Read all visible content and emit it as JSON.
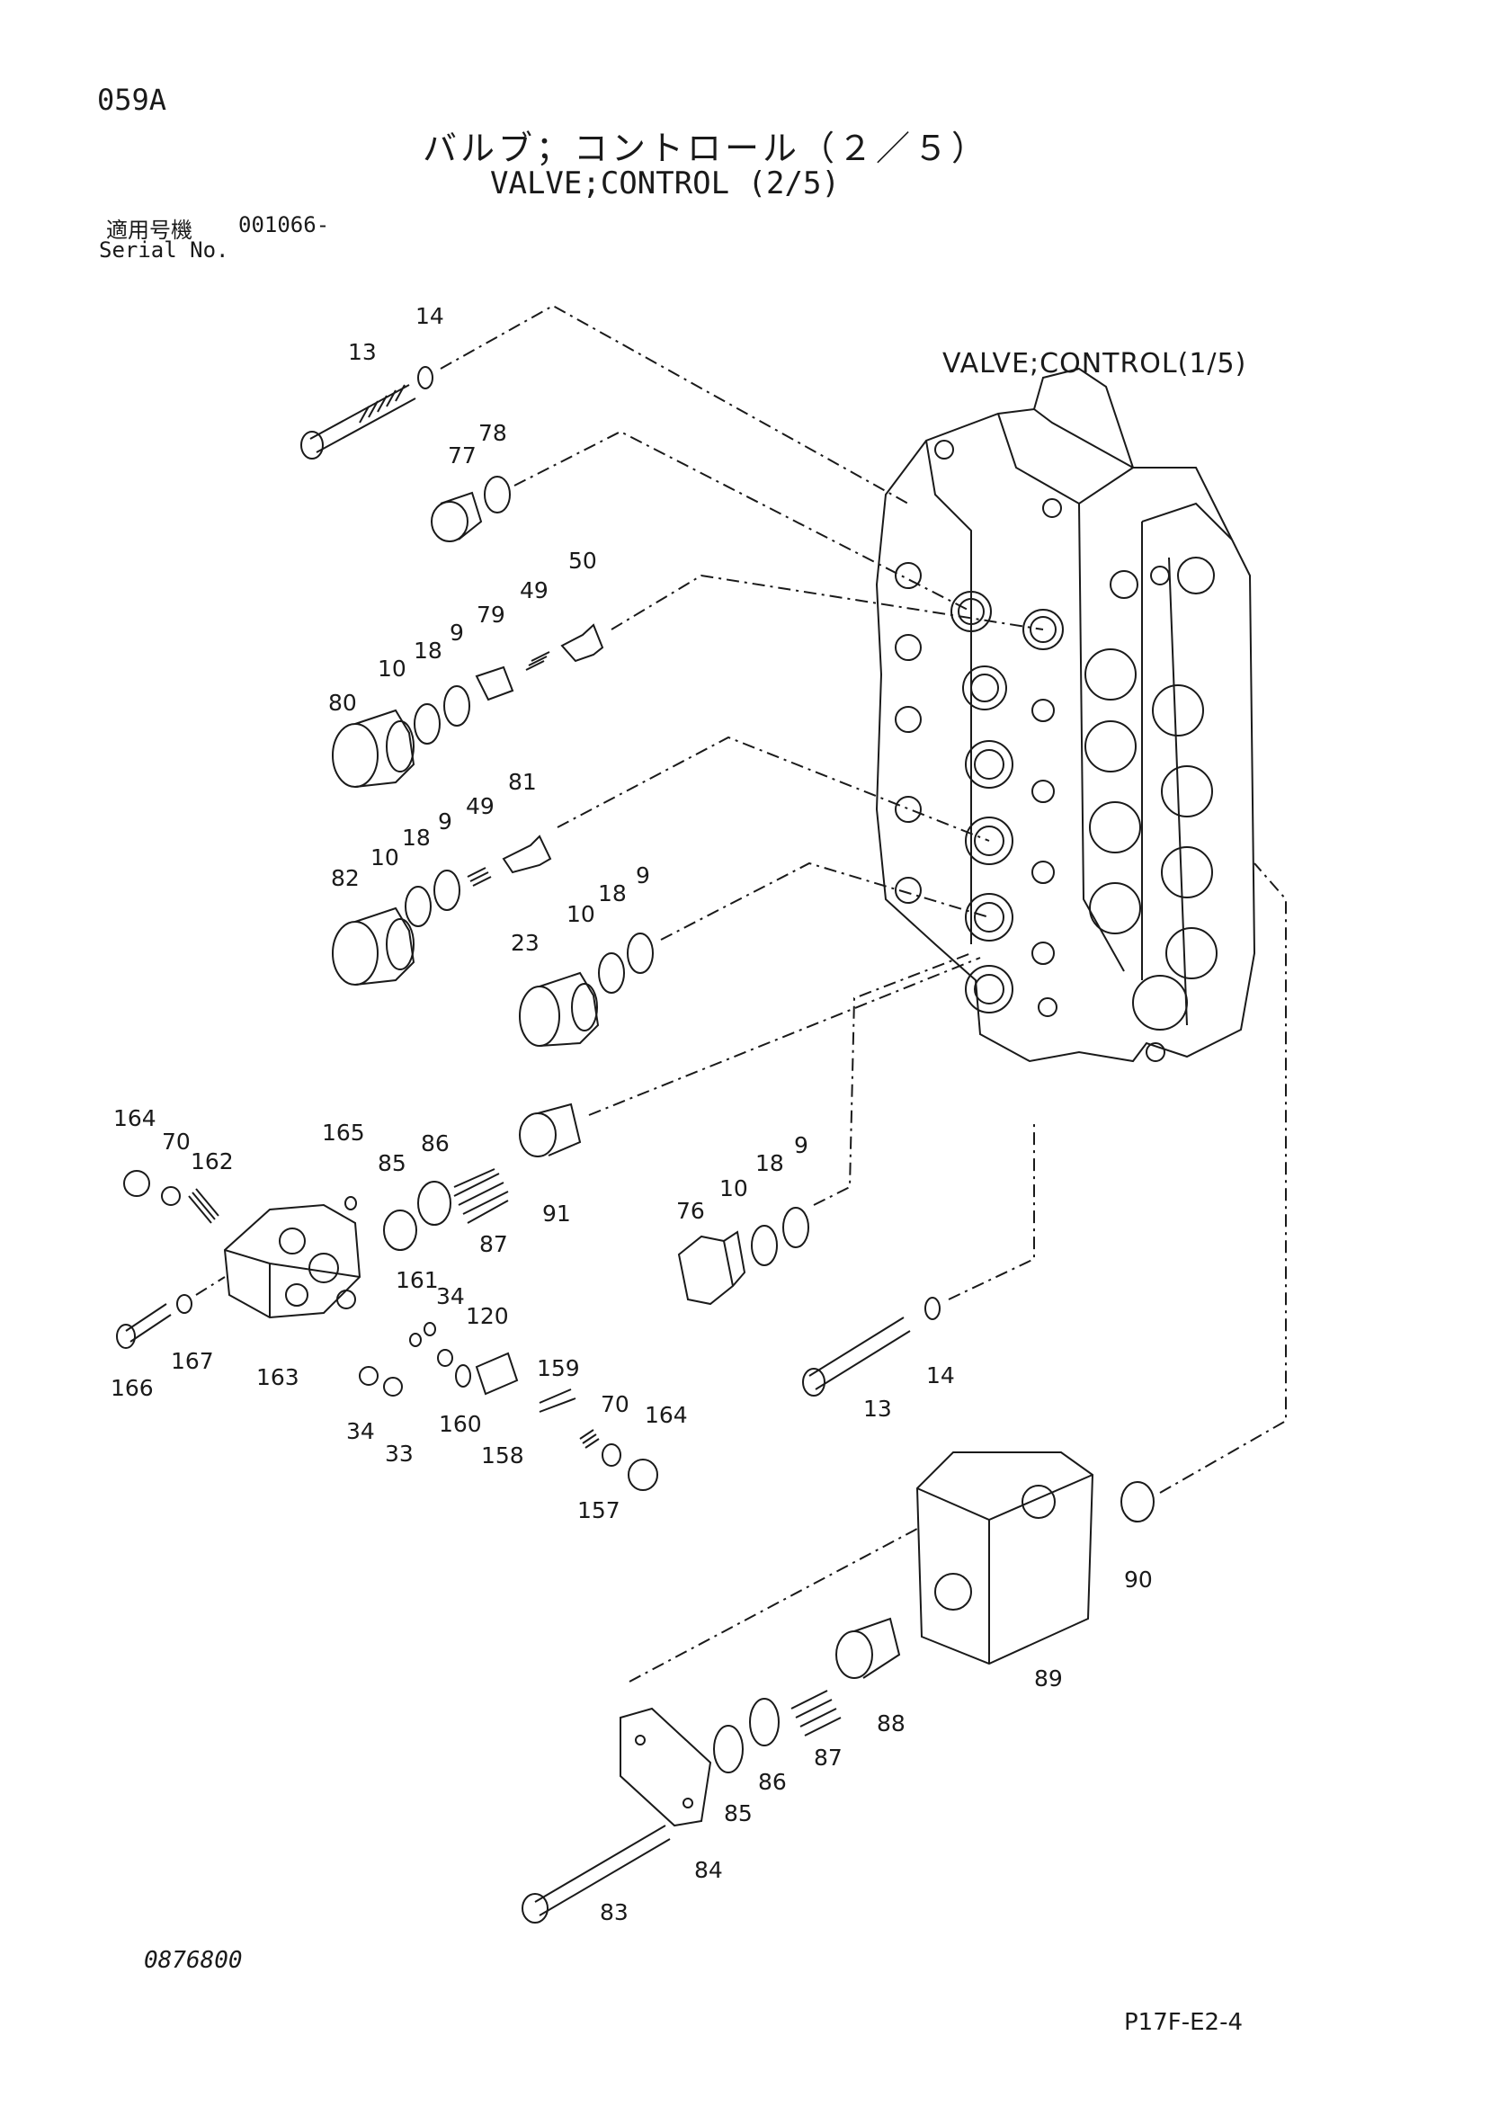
{
  "header": {
    "page_code": "059A",
    "title_jp": "バルブ；コントロール（２／５）",
    "title_en": "VALVE;CONTROL (2/5)",
    "serial_label_jp": "適用号機",
    "serial_value": "001066-",
    "serial_label_en": "Serial No."
  },
  "diagram": {
    "reference_label": "VALVE;CONTROL(1/5)",
    "part_labels": [
      {
        "id": "p14a",
        "text": "14"
      },
      {
        "id": "p13a",
        "text": "13"
      },
      {
        "id": "p78",
        "text": "78"
      },
      {
        "id": "p77",
        "text": "77"
      },
      {
        "id": "p50",
        "text": "50"
      },
      {
        "id": "p49a",
        "text": "49"
      },
      {
        "id": "p79",
        "text": "79"
      },
      {
        "id": "p9a",
        "text": "9"
      },
      {
        "id": "p18a",
        "text": "18"
      },
      {
        "id": "p10a",
        "text": "10"
      },
      {
        "id": "p80",
        "text": "80"
      },
      {
        "id": "p81",
        "text": "81"
      },
      {
        "id": "p49b",
        "text": "49"
      },
      {
        "id": "p9b",
        "text": "9"
      },
      {
        "id": "p18b",
        "text": "18"
      },
      {
        "id": "p10b",
        "text": "10"
      },
      {
        "id": "p82",
        "text": "82"
      },
      {
        "id": "p9c",
        "text": "9"
      },
      {
        "id": "p18c",
        "text": "18"
      },
      {
        "id": "p10c",
        "text": "10"
      },
      {
        "id": "p23",
        "text": "23"
      },
      {
        "id": "p164a",
        "text": "164"
      },
      {
        "id": "p70a",
        "text": "70"
      },
      {
        "id": "p162",
        "text": "162"
      },
      {
        "id": "p165",
        "text": "165"
      },
      {
        "id": "p86a",
        "text": "86"
      },
      {
        "id": "p85a",
        "text": "85"
      },
      {
        "id": "p87a",
        "text": "87"
      },
      {
        "id": "p91",
        "text": "91"
      },
      {
        "id": "p76",
        "text": "76"
      },
      {
        "id": "p10d",
        "text": "10"
      },
      {
        "id": "p18d",
        "text": "18"
      },
      {
        "id": "p9d",
        "text": "9"
      },
      {
        "id": "p166",
        "text": "166"
      },
      {
        "id": "p167",
        "text": "167"
      },
      {
        "id": "p163",
        "text": "163"
      },
      {
        "id": "p161",
        "text": "161"
      },
      {
        "id": "p34a",
        "text": "34"
      },
      {
        "id": "p120",
        "text": "120"
      },
      {
        "id": "p160",
        "text": "160"
      },
      {
        "id": "p34b",
        "text": "34"
      },
      {
        "id": "p33",
        "text": "33"
      },
      {
        "id": "p159",
        "text": "159"
      },
      {
        "id": "p158",
        "text": "158"
      },
      {
        "id": "p70b",
        "text": "70"
      },
      {
        "id": "p164b",
        "text": "164"
      },
      {
        "id": "p157",
        "text": "157"
      },
      {
        "id": "p14b",
        "text": "14"
      },
      {
        "id": "p13b",
        "text": "13"
      },
      {
        "id": "p90",
        "text": "90"
      },
      {
        "id": "p89",
        "text": "89"
      },
      {
        "id": "p88",
        "text": "88"
      },
      {
        "id": "p87b",
        "text": "87"
      },
      {
        "id": "p86b",
        "text": "86"
      },
      {
        "id": "p85b",
        "text": "85"
      },
      {
        "id": "p84",
        "text": "84"
      },
      {
        "id": "p83",
        "text": "83"
      }
    ]
  },
  "footer": {
    "doc_number": "0876800",
    "figure_code": "P17F-E2-4"
  }
}
